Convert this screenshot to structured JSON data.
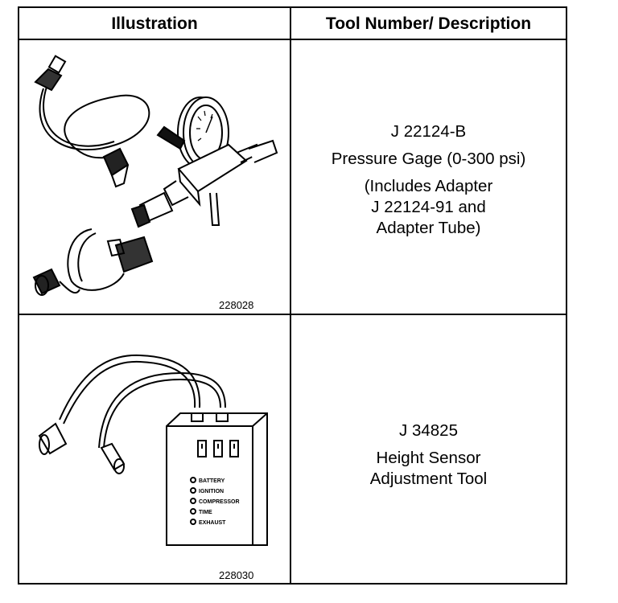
{
  "table": {
    "headers": {
      "illustration": "Illustration",
      "description": "Tool Number/ Description"
    },
    "rows": [
      {
        "figure_number": "228028",
        "tool_number": "J 22124-B",
        "description_lines": [
          "Pressure Gage (0-300 psi)",
          "(Includes Adapter",
          "J 22124-91 and",
          "Adapter Tube)"
        ]
      },
      {
        "figure_number": "228030",
        "tool_number": "J 34825",
        "description_lines": [
          "Height Sensor",
          "Adjustment Tool"
        ],
        "indicator_labels": [
          "BATTERY",
          "IGNITION",
          "COMPRESSOR",
          "TIME",
          "EXHAUST"
        ]
      }
    ]
  }
}
